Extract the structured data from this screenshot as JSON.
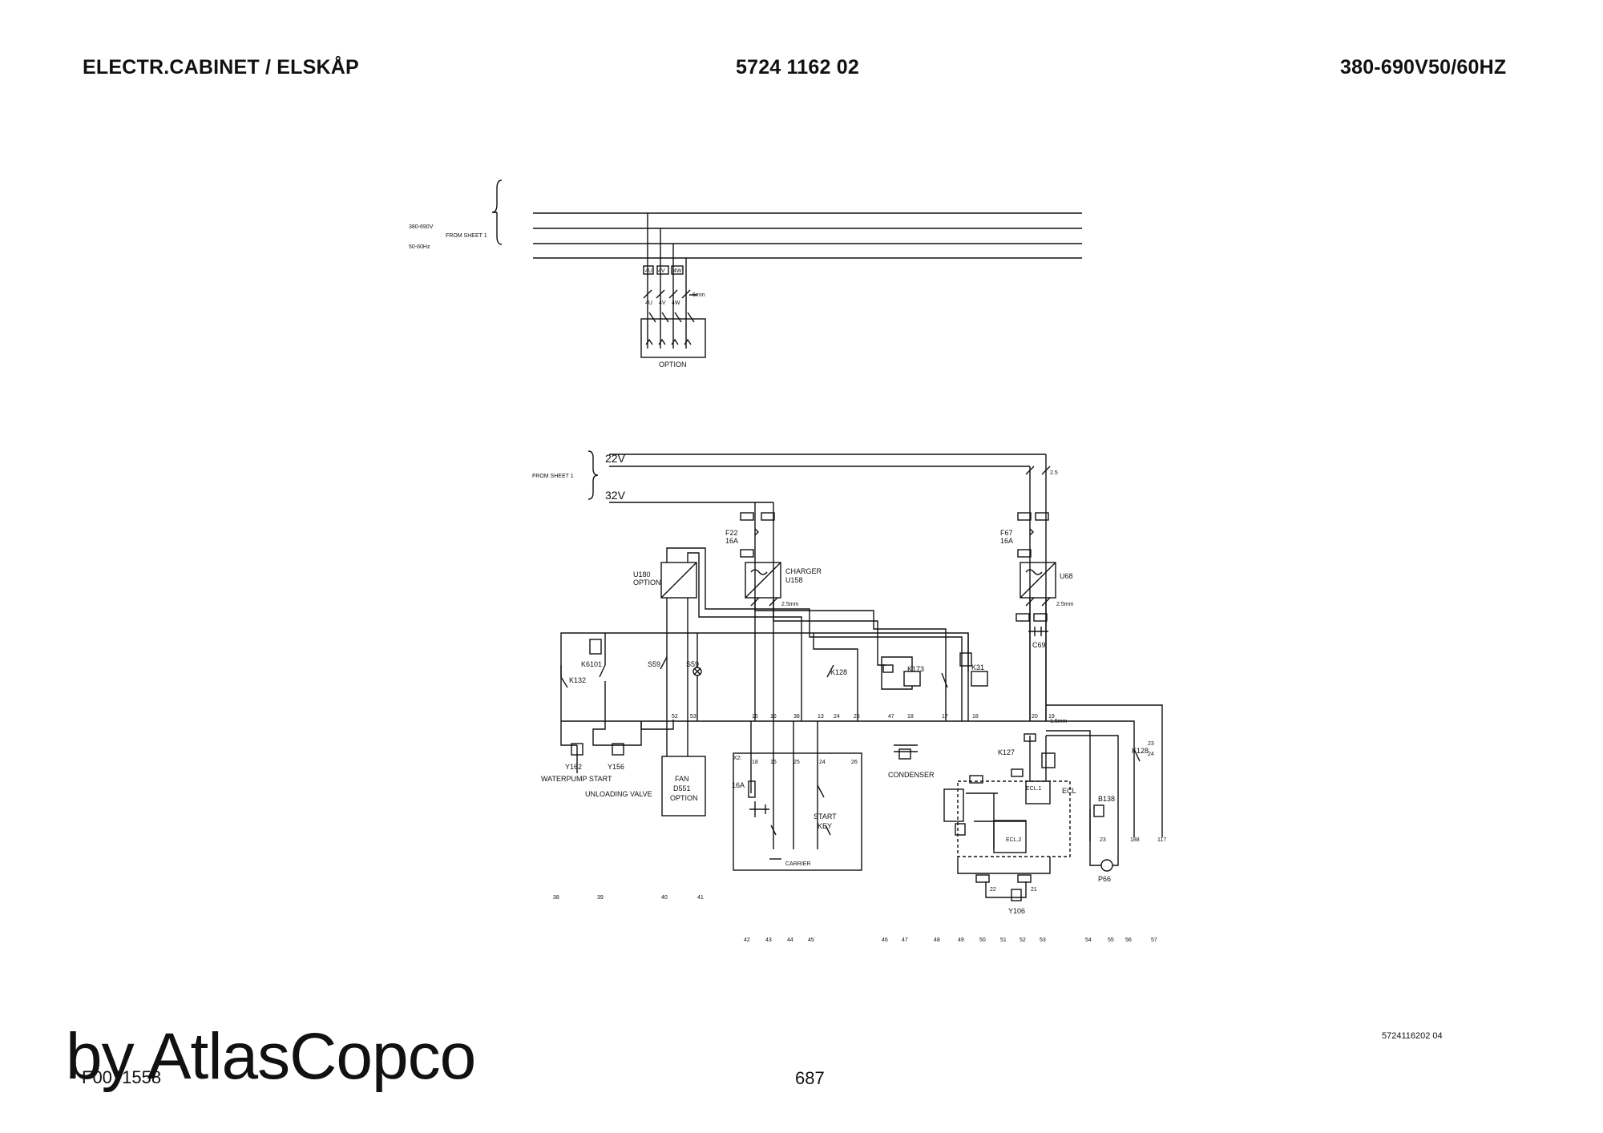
{
  "header": {
    "left": "ELECTR.CABINET / ELSKÅP",
    "center": "5724 1162 02",
    "right": "380-690V50/60HZ"
  },
  "footer": {
    "brand": "by AtlasCopco",
    "doc_number": "F0071558",
    "page": "687",
    "sheet_ref": "5724116202 04"
  },
  "top_circuit": {
    "voltage": "380-690V",
    "freq": "50-60Hz",
    "from_sheet": "FROM SHEET 1",
    "terminals": [
      "4U",
      "4V",
      "4W"
    ],
    "taps": [
      "4U",
      "4V",
      "4W"
    ],
    "wire_size": "6mm",
    "box_label": "OPTION"
  },
  "control_circuit": {
    "from_sheet": "FROM SHEET 1",
    "rail_22v": "22V",
    "rail_32v": "32V",
    "wire_2_5": "2.5",
    "f22": "F22",
    "f22_rating": "16A",
    "f67": "F67",
    "f67_rating": "16A",
    "u180": "U180",
    "u180_sub": "OPTION",
    "charger": "CHARGER",
    "u158": "U158",
    "u68": "U68",
    "wire_2_5mm": "2.5mm",
    "wire_1_5mm": "1.5mm",
    "c69": "C69",
    "k132": "K132",
    "k6101": "K6101",
    "s59": "S59",
    "s59b": "S59",
    "k128": "K128",
    "k173": "K173",
    "k31": "K31",
    "k127": "K127",
    "k128b": "K128",
    "y162": "Y162",
    "y156": "Y156",
    "waterpump_start": "WATERPUMP START",
    "unloading_valve": "UNLOADING VALVE",
    "fan": "FAN",
    "d551": "D551",
    "fan_option": "OPTION",
    "x2": "X2:",
    "fuse_16a": "16A",
    "start": "START",
    "key": "KEY",
    "carrier": "CARRIER",
    "condenser": "CONDENSER",
    "ecl": "ECL",
    "ecl1": "ECL.1",
    "ecl2": "ECL.2",
    "b138": "B138",
    "p66": "P66",
    "y106": "Y106",
    "node_labels": [
      "52",
      "53",
      "15",
      "16",
      "38",
      "13",
      "24",
      "25",
      "47",
      "18",
      "17",
      "18",
      "20",
      "19"
    ],
    "x2_labels": [
      "18",
      "15",
      "25",
      "24",
      "26"
    ],
    "bottom_terminals": [
      "22",
      "21"
    ],
    "right_terminals": [
      "188",
      "117"
    ],
    "k128b_contacts": [
      "23",
      "24"
    ],
    "b138_contacts": [
      "23"
    ],
    "column_numbers_upper": [
      "38",
      "39",
      "40",
      "41"
    ],
    "column_numbers_lower": [
      "42",
      "43",
      "44",
      "45",
      "46",
      "47",
      "48",
      "49",
      "50",
      "51",
      "52",
      "53",
      "54",
      "55",
      "56",
      "57"
    ]
  }
}
